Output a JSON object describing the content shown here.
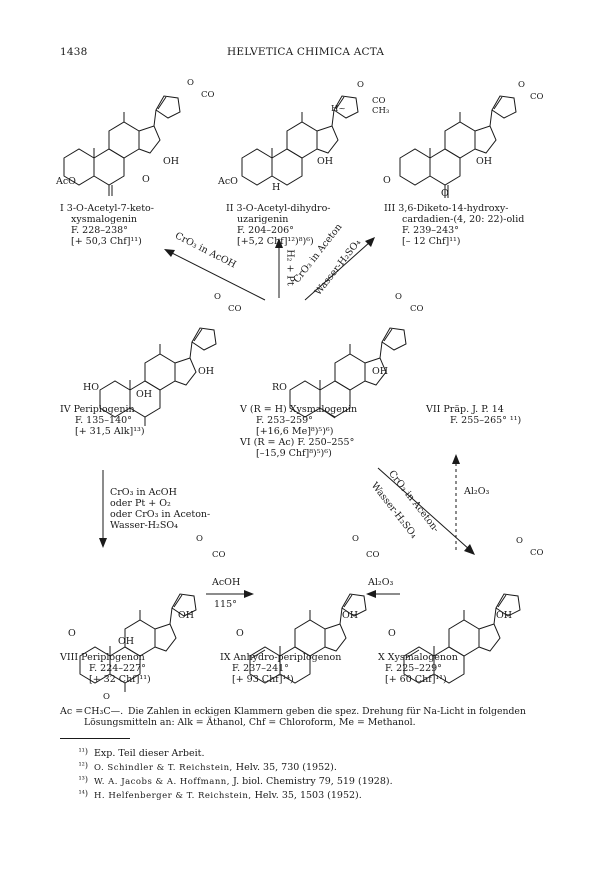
{
  "header": {
    "page_number": "1438",
    "journal": "HELVETICA CHIMICA ACTA"
  },
  "compounds": [
    {
      "id": "I",
      "name_lines": [
        "I 3-O-Acetyl-7-keto-",
        "xysmalogenin"
      ],
      "mp": "F. 228–238°",
      "rotation": "[+ 50,3 Chf]¹¹)"
    },
    {
      "id": "II",
      "name_lines": [
        "II 3-O-Acetyl-dihydro-",
        "uzarigenin"
      ],
      "mp": "F. 204–206°",
      "rotation": "[+5,2 Chf]¹²)⁸)⁶)"
    },
    {
      "id": "III",
      "name_lines": [
        "III 3,6-Diketo-14-hydroxy-",
        "cardadien-(4, 20: 22)-olid"
      ],
      "mp": "F. 239–243°",
      "rotation": "[– 12 Chf]¹¹)"
    },
    {
      "id": "IV",
      "name_lines": [
        "IV Periplogenin"
      ],
      "mp": "F. 135–140°",
      "rotation": "[+ 31,5 Alk]¹³)"
    },
    {
      "id": "V",
      "name_lines": [
        "V (R = H) Xysmalogenin"
      ],
      "mp": "F. 253–259°",
      "rotation": "[+16,6 Me]⁸)⁵)⁶)"
    },
    {
      "id": "VI",
      "name_lines": [
        "VI (R = Ac) F. 250–255°"
      ],
      "mp": "",
      "rotation": "[–15,9 Chf]⁸)⁵)⁶)"
    },
    {
      "id": "VII",
      "name_lines": [
        "VII Präp. J. P. 14"
      ],
      "mp": "F. 255–265° ¹¹)",
      "rotation": ""
    },
    {
      "id": "VIII",
      "name_lines": [
        "VIII Periplogenon"
      ],
      "mp": "F. 224–227°",
      "rotation": "[+ 32 Chf]¹¹)"
    },
    {
      "id": "IX",
      "name_lines": [
        "IX Anhydro-periplogenon"
      ],
      "mp": "F. 237–241°",
      "rotation": "[+ 93 Chf]¹⁴)"
    },
    {
      "id": "X",
      "name_lines": [
        "X Xysmalogenon"
      ],
      "mp": "F. 225–229°",
      "rotation": "[+ 60 Chf]¹¹)"
    }
  ],
  "structure_labels": {
    "ring_o": "O",
    "ring_co": "CO",
    "oh": "OH",
    "aco": "AcO",
    "ho": "HO",
    "ro": "RO",
    "keto_o": "O",
    "h": "H",
    "h_wavy": "H~",
    "ch3": "CH₃",
    "o_enone": "O"
  },
  "reagents": {
    "cro3_acoh": "CrO₃ in AcOH",
    "h2_pt": "H₂ + Pt",
    "cro3_aceton": "CrO₃ in Aceton",
    "wasser_h2so4": "Wasser-H₂SO₄",
    "cro3_aceton2": "CrO₃ in Aceton-",
    "wasser_h2so4_2": "Wasser-H₂SO₄",
    "box_lines": [
      "CrO₃ in AcOH",
      "oder Pt + O₂",
      "oder CrO₃ in Aceton-",
      "Wasser-H₂SO₄"
    ],
    "al2o3": "Al₂O₃",
    "acoh": "AcOH",
    "temp": "115°",
    "al2o3_2": "Al₂O₃"
  },
  "legend": {
    "ac_prefix": "Ac =",
    "acetyl_o": "O",
    "acetyl_formula": "CH₃C—.",
    "line1": "Die Zahlen in eckigen Klammern geben die spez. Drehung für Na-Licht in folgenden",
    "line2": "Lösungsmitteln an: Alk = Äthanol, Chf = Chloroform, Me = Methanol."
  },
  "footnotes": [
    {
      "num": "¹¹)",
      "text": "Exp. Teil dieser Arbeit."
    },
    {
      "num": "¹²)",
      "author": "O. Schindler & T. Reichstein,",
      "ref": "Helv. 35, 730 (1952)."
    },
    {
      "num": "¹³)",
      "author": "W. A. Jacobs & A. Hoffmann,",
      "ref": "J. biol. Chemistry 79, 519 (1928)."
    },
    {
      "num": "¹⁴)",
      "author": "H. Helfenberger & T. Reichstein,",
      "ref": "Helv. 35, 1503 (1952)."
    }
  ]
}
